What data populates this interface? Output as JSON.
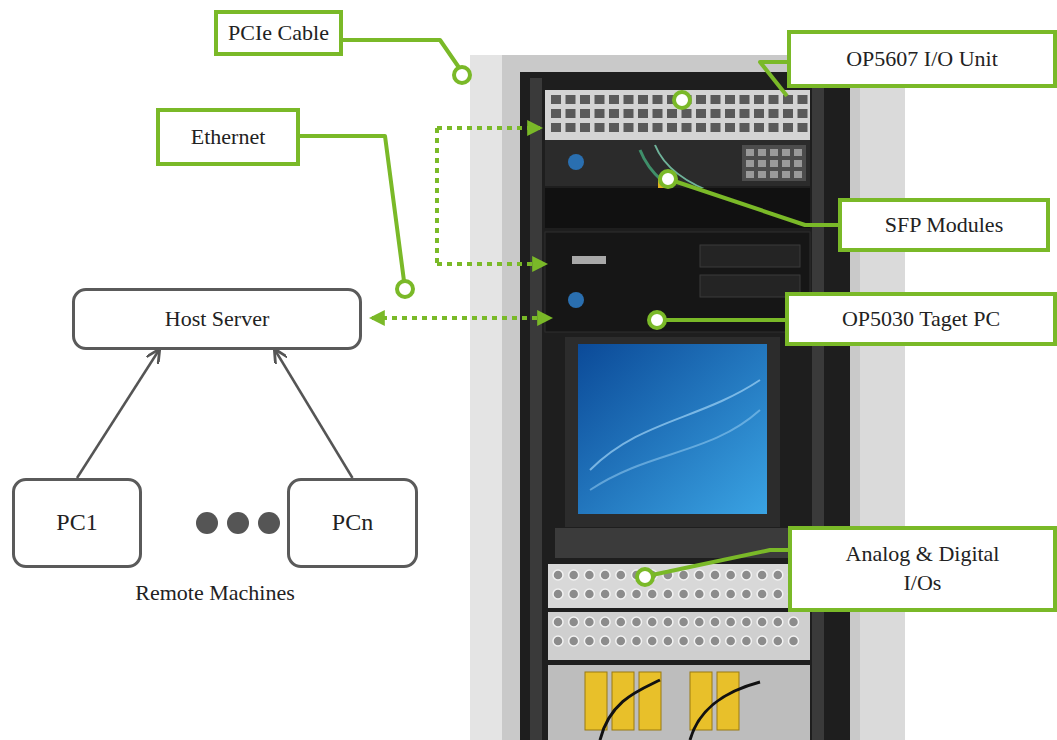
{
  "diagram": {
    "nodes": [
      {
        "text": [
          "PCIe Cable"
        ]
      },
      {
        "text": [
          "OP5607 I/O Unit"
        ]
      },
      {
        "text": [
          "Ethernet"
        ]
      },
      {
        "text": [
          "SFP Modules"
        ]
      },
      {
        "text": [
          "Host Server"
        ]
      },
      {
        "text": [
          "OP5030 Taget PC"
        ]
      },
      {
        "text": [
          "Analog & Digital I/Os"
        ]
      },
      {
        "text": [
          "PC1"
        ]
      },
      {
        "text": [
          "PCn"
        ]
      }
    ],
    "edges": [
      {
        "from": 7,
        "to": 4,
        "arrow": "to"
      },
      {
        "from": 8,
        "to": 4,
        "arrow": "to"
      }
    ],
    "labels": [
      "Remote Machines"
    ]
  }
}
